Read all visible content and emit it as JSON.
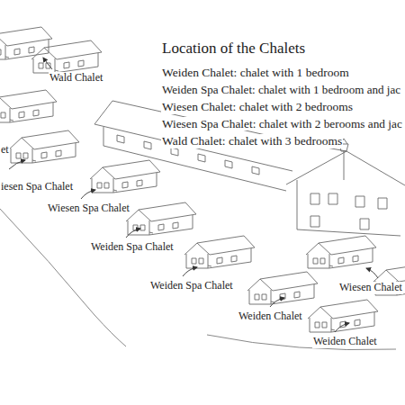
{
  "diagram": {
    "title": "Location of the Chalets",
    "labels": [
      "Weiden Chalet: chalet with 1 bedroom",
      "Weiden Spa Chalet: chalet with 1 bedroom and jac",
      "Wiesen Chalet: chalet with 2 bedrooms",
      "Wiesen Spa Chalet: chalet with 2 berooms and jac",
      "Wald Chalet: chalet with 3 bedrooms",
      "Wald Chalet",
      "et",
      "iesen Spa Chalet",
      "Wiesen Spa Chalet",
      "Weiden Spa Chalet",
      "Weiden Spa Chalet",
      "Wiesen Chalet",
      "Weiden Chalet",
      "Weiden Chalet"
    ]
  }
}
